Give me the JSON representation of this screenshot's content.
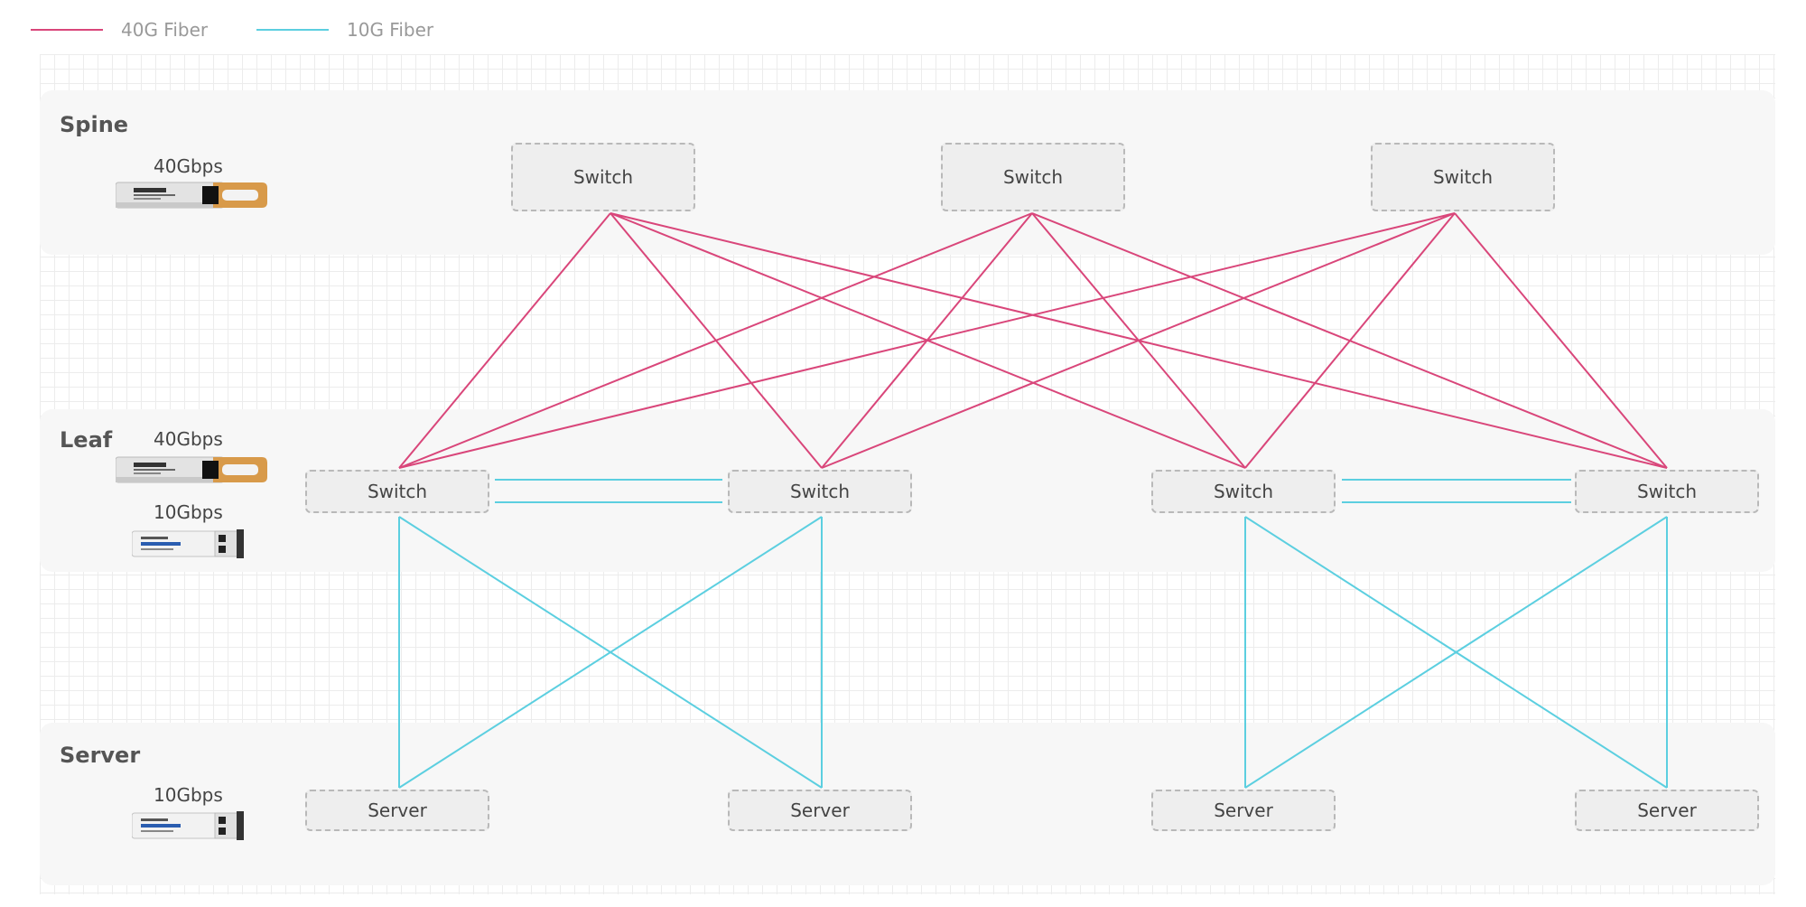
{
  "legend": [
    {
      "label": "40G Fiber",
      "color": "#d9467a"
    },
    {
      "label": "10G Fiber",
      "color": "#5ccfe0"
    }
  ],
  "layers": {
    "spine": {
      "title": "Spine",
      "speed": "40Gbps"
    },
    "leaf": {
      "title": "Leaf",
      "speed_40": "40Gbps",
      "speed_10": "10Gbps"
    },
    "server": {
      "title": "Server",
      "speed": "10Gbps"
    }
  },
  "nodes": {
    "spine": [
      "Switch",
      "Switch",
      "Switch"
    ],
    "leaf": [
      "Switch",
      "Switch",
      "Switch",
      "Switch"
    ],
    "server": [
      "Server",
      "Server",
      "Server",
      "Server"
    ]
  },
  "module_icons": {
    "qsfp": "qsfp-40g-module-icon",
    "sfp": "sfp-10g-module-icon"
  },
  "colors": {
    "fiber40": "#d9467a",
    "fiber10": "#5ccfe0"
  }
}
